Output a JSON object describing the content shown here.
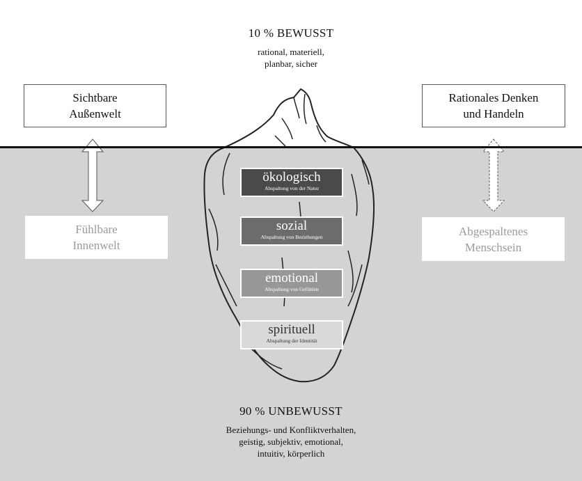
{
  "top": {
    "headline": "10 % BEWUSST",
    "lines": [
      "rational, materiell,",
      "planbar, sicher"
    ]
  },
  "bottom": {
    "headline": "90 % UNBEWUSST",
    "lines": [
      "Beziehungs- und Konfliktverhalten,",
      "geistig, subjektiv, emotional,",
      "intuitiv, körperlich"
    ]
  },
  "left": {
    "top_box": [
      "Sichtbare",
      "Außenwelt"
    ],
    "bottom_box": [
      "Fühlbare",
      "Innenwelt"
    ]
  },
  "right": {
    "top_box": [
      "Rationales Denken",
      "und Handeln"
    ],
    "bottom_box": [
      "Abgespaltenes",
      "Menschsein"
    ]
  },
  "layers": [
    {
      "title": "ökologisch",
      "subtitle": "Abspaltung von der Natur",
      "color": "#4a4a4a"
    },
    {
      "title": "sozial",
      "subtitle": "Abspaltung von Beziehungen",
      "color": "#6c6c6c"
    },
    {
      "title": "emotional",
      "subtitle": "Abspaltung von Gefühlen",
      "color": "#979797"
    },
    {
      "title": "spirituell",
      "subtitle": "Abspaltung der Identität",
      "color": "#d9d9d9"
    }
  ],
  "colors": {
    "water": "#d3d3d3",
    "sky": "#ffffff",
    "waterline": "#111111"
  }
}
